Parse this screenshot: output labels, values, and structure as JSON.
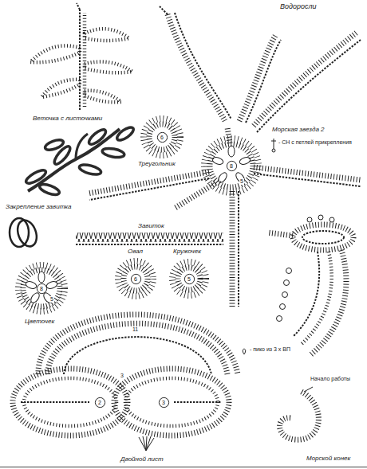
{
  "diagram": {
    "nodes": [
      {
        "text": [
          "6"
        ]
      },
      {
        "text": [
          "8"
        ]
      },
      {
        "text": [
          "6"
        ]
      },
      {
        "text": [
          "5"
        ]
      },
      {
        "text": [
          "8"
        ]
      },
      {
        "text": [
          "2"
        ]
      },
      {
        "text": [
          "3"
        ]
      }
    ],
    "labels": [
      "Водоросли",
      "Веточка с листочками",
      "Морская звезда 2",
      "Треугольник",
      "Закрепление завитка",
      "Завиток",
      "Овал",
      "Кружочек",
      "Цветочек",
      "Начало работы",
      "Двойной лист",
      "Морской конек",
      "5",
      "5",
      "11",
      "3"
    ],
    "legend": [
      {
        "text": "- СН с петлей прикрепления"
      },
      {
        "text": "- пико из 3 х ВП"
      }
    ]
  }
}
